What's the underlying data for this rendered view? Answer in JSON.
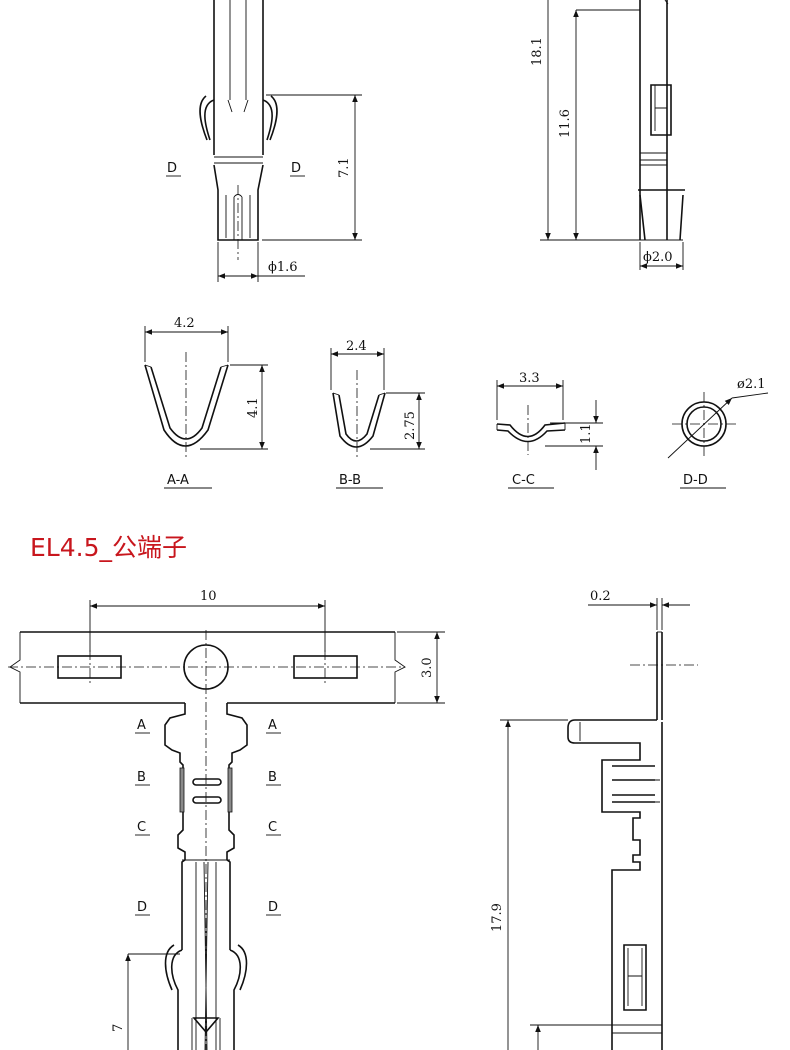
{
  "section_title": "EL4.5_公端子",
  "colors": {
    "title": "#c8161d",
    "line": "#111111"
  },
  "top_part": {
    "front_labels": [
      "D",
      "D"
    ],
    "dims": {
      "height_left": "7.1",
      "dia_left": "ϕ1.6",
      "len_total": "18.1",
      "len_mid": "11.6",
      "dia_right": "ϕ2.0"
    }
  },
  "sections": [
    {
      "name": "A-A",
      "width": "4.2",
      "height": "4.1"
    },
    {
      "name": "B-B",
      "width": "2.4",
      "height": "2.75"
    },
    {
      "name": "C-C",
      "width": "3.3",
      "height": "1.1"
    },
    {
      "name": "D-D",
      "dia": "ø2.1"
    }
  ],
  "bottom_part": {
    "dims": {
      "pitch": "10",
      "strip_w": "3.0",
      "thk": "0.2",
      "len": "17.9",
      "h": "7"
    },
    "labels": {
      "a": "A",
      "b": "B",
      "c": "C",
      "d": "D"
    }
  }
}
